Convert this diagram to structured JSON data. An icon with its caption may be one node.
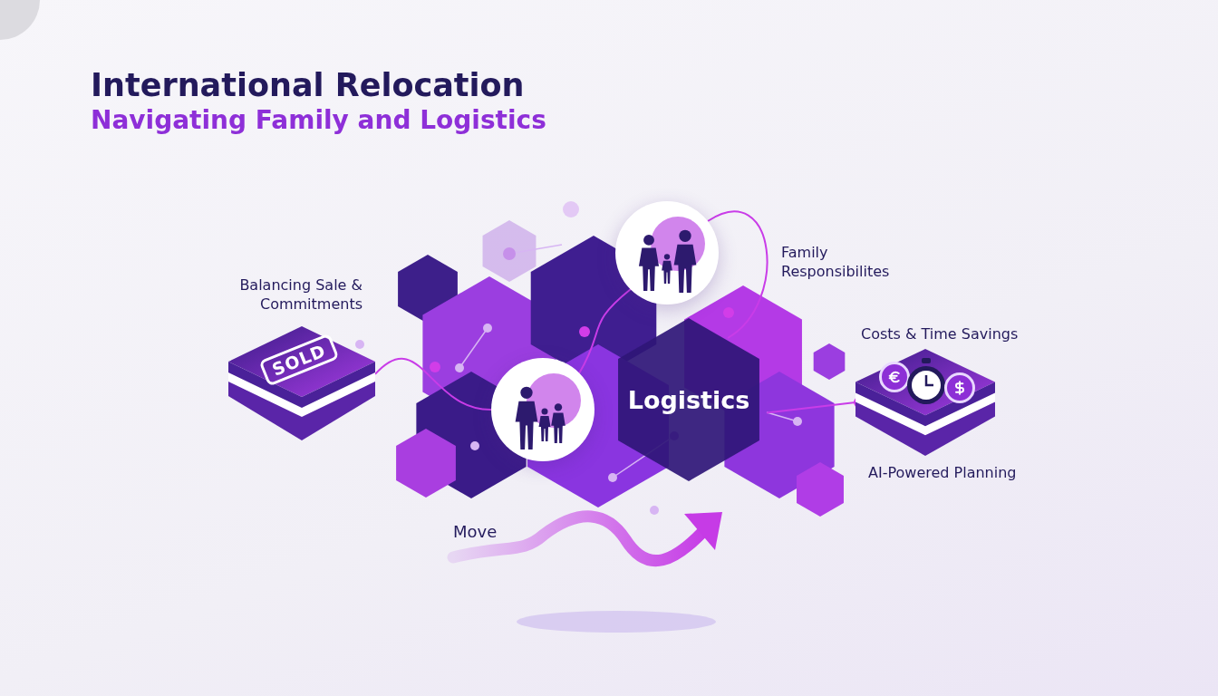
{
  "diagram": {
    "title": "International Relocation",
    "nodes": [
      {
        "text": [
          "SOLD"
        ],
        "beside": [
          "Balancing Sale & Commitments"
        ]
      },
      {
        "text": [],
        "shape": "picture"
      },
      {
        "text": [],
        "shape": "picture"
      },
      {
        "text": [
          "Logistics"
        ]
      },
      {
        "text": [],
        "shape": "picture",
        "beside": [
          "Costs & Time Savings",
          "AI-Powered Planning"
        ]
      }
    ],
    "edges": [
      {
        "from": 0,
        "to": 1,
        "arrow": "none"
      },
      {
        "from": 1,
        "to": 2,
        "arrow": "none"
      },
      {
        "from": 2,
        "to": 3,
        "arrow": "none"
      },
      {
        "from": 3,
        "to": 4,
        "arrow": "none"
      }
    ],
    "labels": [
      "Navigating Family and Logistics",
      "Family Responsibilites",
      "Move"
    ]
  }
}
